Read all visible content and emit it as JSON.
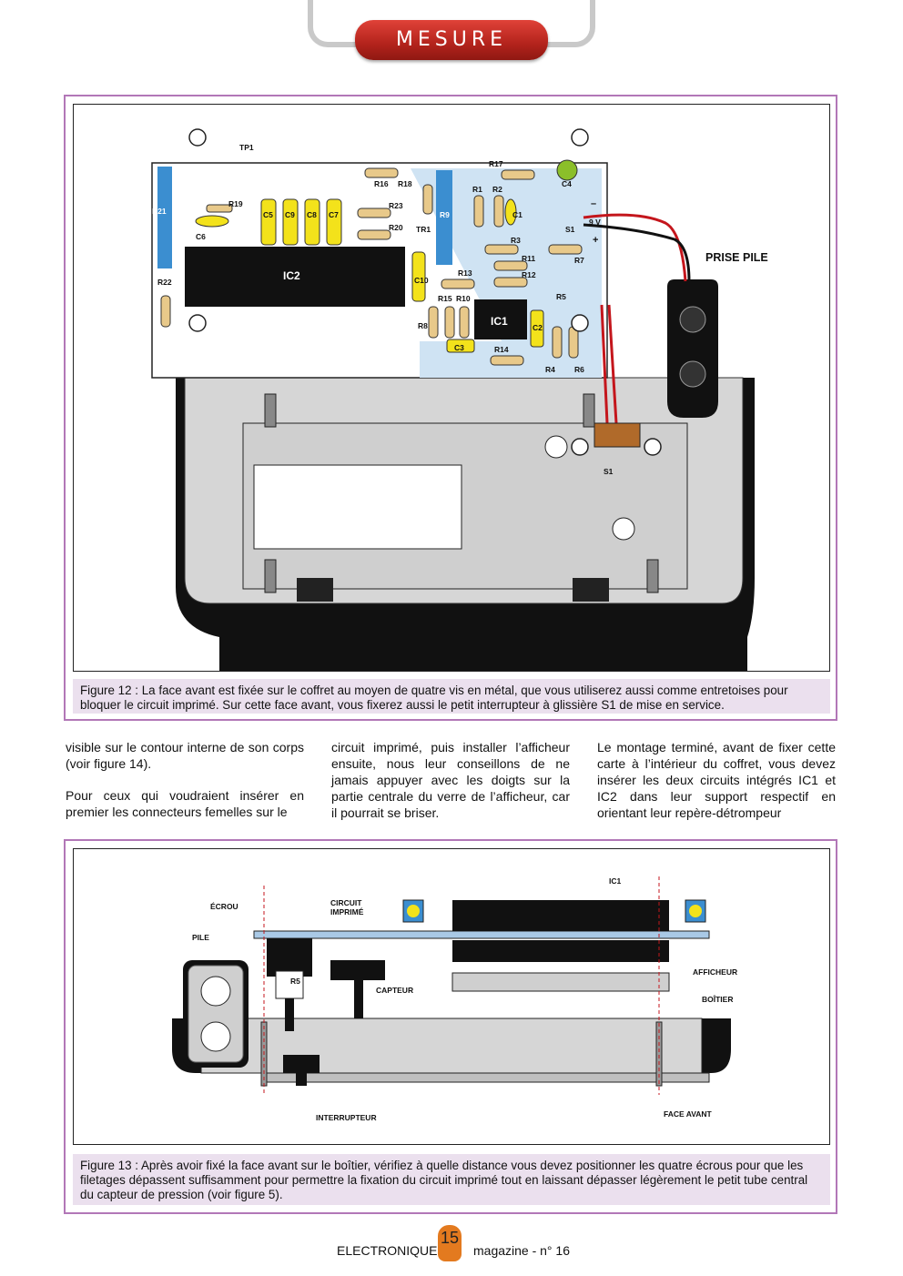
{
  "header": {
    "section": "MESURE"
  },
  "figure12": {
    "labels": {
      "tp1": "TP1",
      "r16": "R16",
      "r18": "R18",
      "r17": "R17",
      "r19": "R19",
      "r21": "R21",
      "c5": "C5",
      "c9": "C9",
      "c8": "C8",
      "c7": "C7",
      "r23": "R23",
      "r20": "R20",
      "tr1": "TR1",
      "r9": "R9",
      "r1": "R1",
      "r2": "R2",
      "c1": "C1",
      "c4": "C4",
      "c6": "C6",
      "ic2": "IC2",
      "c10": "C10",
      "r3": "R3",
      "r11": "R11",
      "r7": "R7",
      "r13": "R13",
      "r12": "R12",
      "r22": "R22",
      "r15": "R15",
      "r10": "R10",
      "r5": "R5",
      "ic1": "IC1",
      "c2": "C2",
      "r8": "R8",
      "c3": "C3",
      "r14": "R14",
      "r4": "R4",
      "r6": "R6",
      "s1": "S1",
      "s1b": "S1",
      "nine_v": "9 V",
      "minus": "–",
      "plus": "+",
      "prise_pile": "PRISE PILE"
    },
    "caption": "Figure 12 : La face avant est fixée sur le coffret au moyen de quatre vis en métal, que vous utiliserez aussi comme entretoises pour bloquer le circuit imprimé. Sur cette face avant, vous fixerez aussi le petit interrupteur à glissière S1 de mise en service."
  },
  "body_text": {
    "col1_p1": "visible sur le contour interne de son corps (voir figure 14).",
    "col1_p2": "Pour ceux qui voudraient insérer en premier les connecteurs femelles sur le",
    "col2_p1": "circuit imprimé, puis installer l’afficheur ensuite, nous leur conseillons de ne jamais appuyer avec les doigts sur la partie centrale du verre de l’afficheur, car il pourrait se briser.",
    "col3_p1": "Le montage terminé, avant de fixer cette carte à l’intérieur du coffret, vous devez insérer les deux circuits intégrés IC1 et IC2 dans leur support respectif en orientant leur repère-détrompeur"
  },
  "figure13": {
    "labels": {
      "ecrou": "ÉCROU",
      "circuit1": "CIRCUIT",
      "circuit2": "IMPRIMÉ",
      "ic1": "IC1",
      "pile": "PILE",
      "r5": "R5",
      "capteur": "CAPTEUR",
      "afficheur": "AFFICHEUR",
      "boitier": "BOÎTIER",
      "interrupteur": "INTERRUPTEUR",
      "face_avant": "FACE AVANT"
    },
    "caption": "Figure 13 : Après avoir fixé la face avant sur le boîtier, vérifiez à quelle distance vous devez positionner les quatre écrous pour que les filetages dépassent suffisamment pour permettre la fixation du circuit imprimé tout en laissant dépasser légèrement le petit tube central du capteur de pression (voir figure 5)."
  },
  "footer": {
    "left": "ELECTRONIQUE",
    "page": "15",
    "right": "magazine - n° 16"
  },
  "colors": {
    "accent_red": "#c0281f",
    "frame_purple": "#b277b7",
    "caption_bg": "#ebe0ee",
    "pcb_blue": "#cfe3f3"
  }
}
